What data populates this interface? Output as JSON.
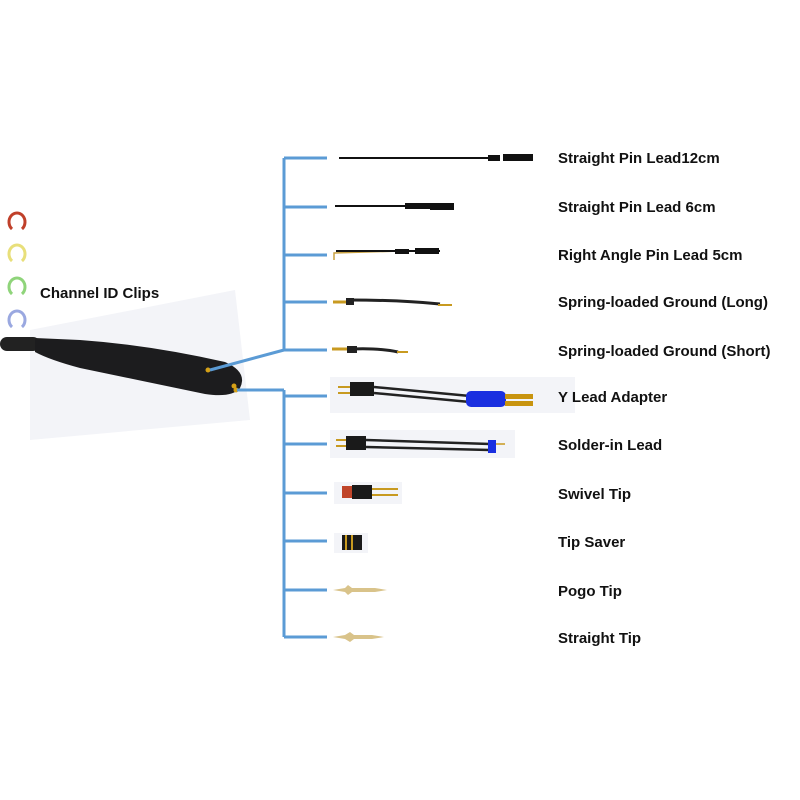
{
  "clips_label": "Channel ID Clips",
  "clip_colors": [
    "#c0402a",
    "#e8df7a",
    "#8fd47a",
    "#9aa8e0"
  ],
  "branch_color": "#5b9bd5",
  "accessories": [
    "Straight Pin Lead12cm",
    "Straight Pin Lead 6cm",
    "Right Angle Pin Lead 5cm",
    "Spring-loaded Ground (Long)",
    "Spring-loaded Ground (Short)",
    "Y Lead Adapter",
    "Solder-in Lead",
    "Swivel Tip",
    "Tip Saver",
    "Pogo Tip",
    "Straight Tip"
  ]
}
